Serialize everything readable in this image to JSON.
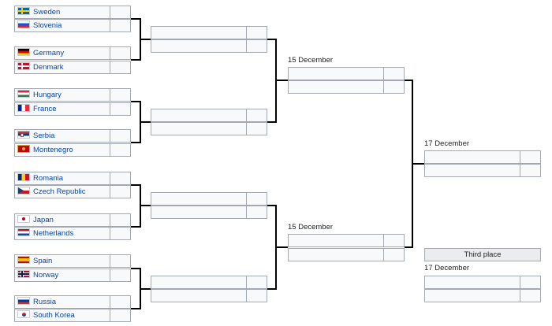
{
  "round1": [
    [
      {
        "name": "Sweden",
        "flag": "sweden-flag-icon"
      },
      {
        "name": "Slovenia",
        "flag": "slovenia-flag-icon"
      }
    ],
    [
      {
        "name": "Germany",
        "flag": "germany-flag-icon"
      },
      {
        "name": "Denmark",
        "flag": "denmark-flag-icon"
      }
    ],
    [
      {
        "name": "Hungary",
        "flag": "hungary-flag-icon"
      },
      {
        "name": "France",
        "flag": "france-flag-icon"
      }
    ],
    [
      {
        "name": "Serbia",
        "flag": "serbia-flag-icon"
      },
      {
        "name": "Montenegro",
        "flag": "montenegro-flag-icon"
      }
    ],
    [
      {
        "name": "Romania",
        "flag": "romania-flag-icon"
      },
      {
        "name": "Czech Republic",
        "flag": "czech-flag-icon"
      }
    ],
    [
      {
        "name": "Japan",
        "flag": "japan-flag-icon"
      },
      {
        "name": "Netherlands",
        "flag": "netherlands-flag-icon"
      }
    ],
    [
      {
        "name": "Spain",
        "flag": "spain-flag-icon"
      },
      {
        "name": "Norway",
        "flag": "norway-flag-icon"
      }
    ],
    [
      {
        "name": "Russia",
        "flag": "russia-flag-icon"
      },
      {
        "name": "South Korea",
        "flag": "south-korea-flag-icon"
      }
    ]
  ],
  "semifinal_dates": [
    "15 December",
    "15 December"
  ],
  "final_date": "17 December",
  "third_place": {
    "label": "Third place",
    "date": "17 December"
  },
  "colors": {
    "border": "#a2a9b1",
    "cell": "#f8f9fa",
    "header": "#eaecf0",
    "line": "#000000"
  }
}
